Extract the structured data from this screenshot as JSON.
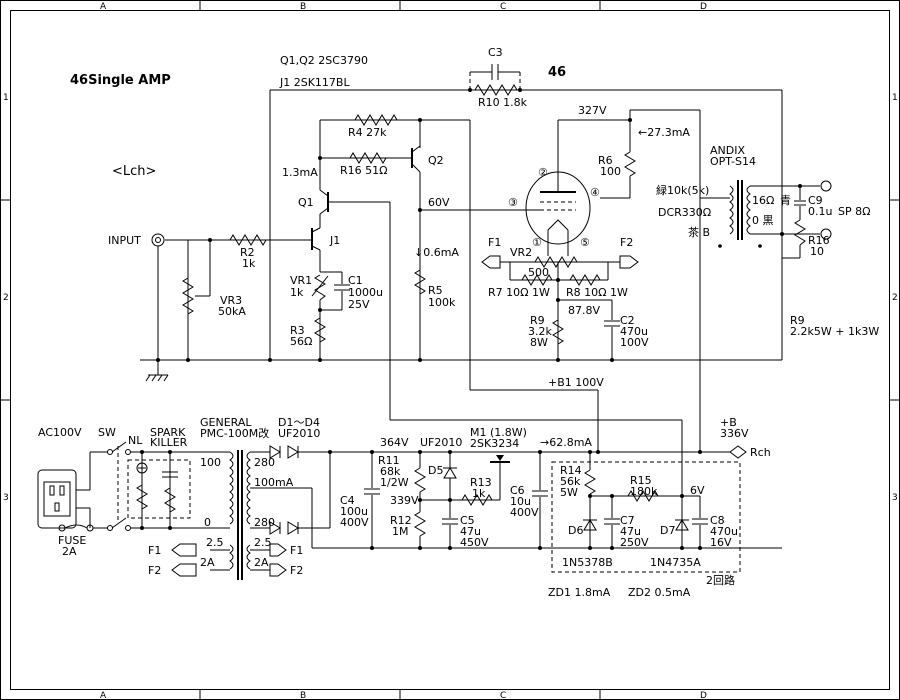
{
  "title": "46Single AMP",
  "channel": "<Lch>",
  "tube": "46",
  "grid": {
    "cols": [
      "A",
      "B",
      "C",
      "D"
    ],
    "rows": [
      "1",
      "2",
      "3"
    ]
  },
  "amp": {
    "q_note": "Q1,Q2 2SC3790",
    "j_note": "J1 2SK117BL",
    "c3": "C3",
    "r10": "R10 1.8k",
    "v327": "327V",
    "i273": "←27.3mA",
    "r4": "R4 27k",
    "i13": "1.3mA",
    "r16": "R16 51Ω",
    "q2": "Q2",
    "q1": "Q1",
    "v60": "60V",
    "i06": "↓0.6mA",
    "j1": "J1",
    "input": "INPUT",
    "r2": "R2",
    "r2v": "1k",
    "vr1": "VR1",
    "vr1v": "1k",
    "c1": "C1",
    "c1v": "1000u",
    "c1v2": "25V",
    "r5": "R5",
    "r5v": "100k",
    "vr3": "VR3",
    "vr3v": "50kA",
    "r3": "R3",
    "r3v": "56Ω",
    "r6": "R6",
    "r6v": "100",
    "pin1": "①",
    "pin2": "②",
    "pin3": "③",
    "pin4": "④",
    "pin5": "⑤",
    "f1": "F1",
    "f2": "F2",
    "vr2": "VR2",
    "vr2v": "500",
    "r7": "R7 10Ω 1W",
    "r8": "R8 10Ω 1W",
    "v878": "87.8V",
    "r9": "R9",
    "r9v": "3.2k",
    "r9w": "8W",
    "c2": "C2",
    "c2v": "470u",
    "c2w": "100V",
    "b1": "+B1 100V",
    "andix": "ANDIX",
    "opt": "OPT-S14",
    "green": "緑10k(5k)",
    "dcr": "DCR330Ω",
    "brown": "茶 B",
    "o16": "16Ω",
    "blue": "青",
    "zero": "0 黒",
    "c9": "C9",
    "c9v": "0.1u",
    "sp": "SP 8Ω",
    "r16b": "R16",
    "r16bv": "10",
    "r9b": "R9",
    "r9bv": "2.2k5W + 1k3W"
  },
  "psu": {
    "ac": "AC100V",
    "sw": "SW",
    "nl": "NL",
    "spark1": "SPARK",
    "spark2": "KILLER",
    "fuse": "FUSE",
    "fusev": "2A",
    "gen1": "GENERAL",
    "gen2": "PMC-100M改",
    "d14": "D1～D4",
    "uf1": "UF2010",
    "t100": "100",
    "t0": "0",
    "t280a": "280",
    "t100ma": "100mA",
    "t280b": "280",
    "t25a": "2.5",
    "t25b": "2.5",
    "t2aa": "2A",
    "t2ab": "2A",
    "f1a": "F1",
    "f2a": "F2",
    "f1b": "F1",
    "f2b": "F2",
    "v364": "364V",
    "uf2": "UF2010",
    "m1": "M1 (1.8W)",
    "m1p": "2SK3234",
    "i628": "→62.8mA",
    "b336": "+B",
    "b336v": "336V",
    "rch": "Rch",
    "r11": "R11",
    "r11v": "68k",
    "r11w": "1/2W",
    "d5": "D5",
    "r13": "R13",
    "r13v": "1k",
    "v339": "339V",
    "c4": "C4",
    "c4v": "100u",
    "c4w": "400V",
    "r12": "R12",
    "r12v": "1M",
    "c5": "C5",
    "c5v": "47u",
    "c5w": "450V",
    "c6": "C6",
    "c6v": "10u",
    "c6w": "400V",
    "r14": "R14",
    "r14v": "56k",
    "r14w": "5W",
    "r15": "R15",
    "r15v": "180k",
    "v6": "6V",
    "d6": "D6",
    "c7": "C7",
    "c7v": "47u",
    "c7w": "250V",
    "d7": "D7",
    "c8": "C8",
    "c8v": "470u",
    "c8w": "16V",
    "z1": "1N5378B",
    "z2": "1N4735A",
    "two": "2回路",
    "zd1": "ZD1 1.8mA",
    "zd2": "ZD2 0.5mA"
  }
}
